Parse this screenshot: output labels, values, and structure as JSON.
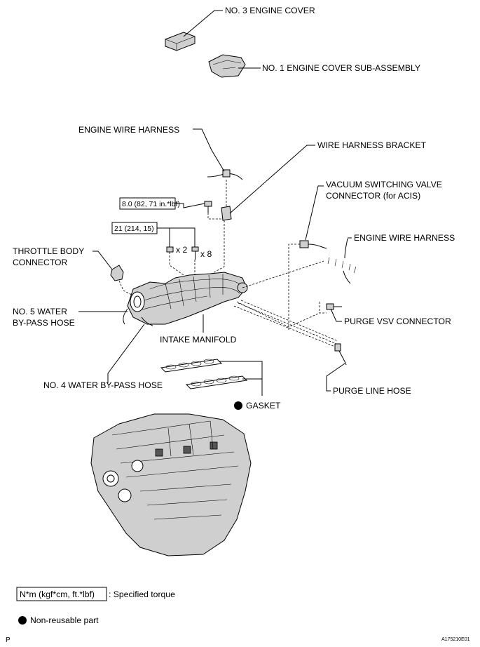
{
  "labels": {
    "no3_engine_cover": "NO. 3 ENGINE COVER",
    "no1_engine_cover": "NO. 1 ENGINE COVER SUB-ASSEMBLY",
    "engine_wire_harness_top": "ENGINE WIRE HARNESS",
    "wire_harness_bracket": "WIRE HARNESS BRACKET",
    "vsv_line1": "VACUUM SWITCHING VALVE",
    "vsv_line2": "CONNECTOR (for ACIS)",
    "engine_wire_harness_right": "ENGINE WIRE HARNESS",
    "throttle_line1": "THROTTLE BODY",
    "throttle_line2": "CONNECTOR",
    "no5_line1": "NO. 5 WATER",
    "no5_line2": "BY-PASS HOSE",
    "purge_vsv": "PURGE VSV CONNECTOR",
    "intake_manifold": "INTAKE MANIFOLD",
    "no4_hose": "NO. 4 WATER BY-PASS HOSE",
    "purge_line_hose": "PURGE LINE HOSE",
    "gasket": "GASKET"
  },
  "torque_specs": {
    "bracket_bolt": "8.0 (82, 71 in.*lbf)",
    "manifold_bolts": "21 (214, 15)"
  },
  "quantities": {
    "nuts": "x 2",
    "bolts": "x 8"
  },
  "legend": {
    "torque_box": "N*m (kgf*cm, ft.*lbf)",
    "torque_text": ": Specified torque",
    "nonreusable_text": "Non-reusable part"
  },
  "footer": {
    "left_mark": "P",
    "figure_id": "A175210E01"
  },
  "colors": {
    "ink": "#000000",
    "part_shade": "#cfcfcf",
    "background": "#ffffff"
  }
}
